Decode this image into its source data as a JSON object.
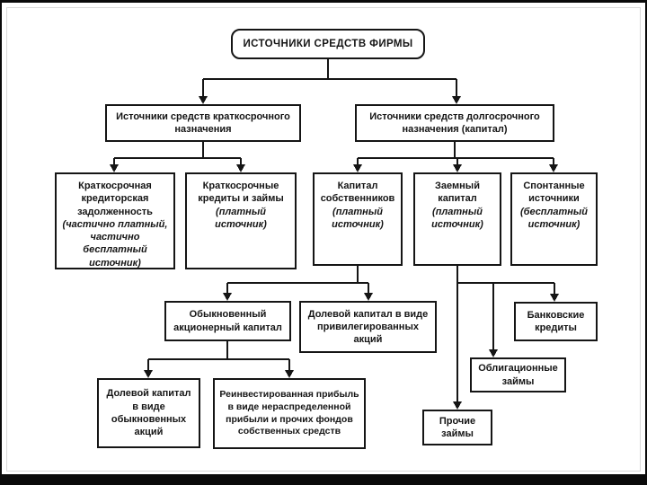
{
  "diagram": {
    "title": "ИСТОЧНИКИ СРЕДСТВ ФИРМЫ",
    "colors": {
      "line": "#151515",
      "paper": "#ffffff",
      "frame": "#0a0a0a"
    },
    "nodes": {
      "root": {
        "title": "ИСТОЧНИКИ СРЕДСТВ ФИРМЫ"
      },
      "short_term": {
        "title": "Источники средств краткосрочного назначения"
      },
      "long_term": {
        "title": "Источники средств долгосрочного назначения (капитал)"
      },
      "payables": {
        "title": "Краткосрочная кредиторская задолженность",
        "note": "(частично платный, частично бесплатный источник)"
      },
      "short_loans": {
        "title": "Краткосрочные кредиты и займы",
        "note": "(платный источник)"
      },
      "owners_capital": {
        "title": "Капитал собственников",
        "note": "(платный источник)"
      },
      "borrowed_capital": {
        "title": "Заемный капитал",
        "note": "(платный источник)"
      },
      "spontaneous": {
        "title": "Спонтанные источники",
        "note": "(бесплатный источник)"
      },
      "ordinary_equity": {
        "title": "Обыкновенный акционерный капитал"
      },
      "preferred_equity": {
        "title": "Долевой капитал в виде привилегированных акций"
      },
      "bank_loans": {
        "title": "Банковские кредиты"
      },
      "bond_loans": {
        "title": "Облигационные займы"
      },
      "other_loans": {
        "title": "Прочие займы"
      },
      "ordinary_shares_equity": {
        "title": "Долевой капитал в виде обыкновенных акций"
      },
      "reinvested_profit": {
        "title": "Реинвестированная прибыль в виде нераспределенной прибыли и прочих фондов собственных средств"
      }
    },
    "edges": [
      {
        "from": "root",
        "to": "short_term"
      },
      {
        "from": "root",
        "to": "long_term"
      },
      {
        "from": "short_term",
        "to": "payables"
      },
      {
        "from": "short_term",
        "to": "short_loans"
      },
      {
        "from": "long_term",
        "to": "owners_capital"
      },
      {
        "from": "long_term",
        "to": "borrowed_capital"
      },
      {
        "from": "long_term",
        "to": "spontaneous"
      },
      {
        "from": "owners_capital",
        "to": "ordinary_equity"
      },
      {
        "from": "owners_capital",
        "to": "preferred_equity"
      },
      {
        "from": "ordinary_equity",
        "to": "ordinary_shares_equity"
      },
      {
        "from": "ordinary_equity",
        "to": "reinvested_profit"
      },
      {
        "from": "borrowed_capital",
        "to": "bank_loans"
      },
      {
        "from": "borrowed_capital",
        "to": "bond_loans"
      },
      {
        "from": "borrowed_capital",
        "to": "other_loans"
      }
    ]
  }
}
